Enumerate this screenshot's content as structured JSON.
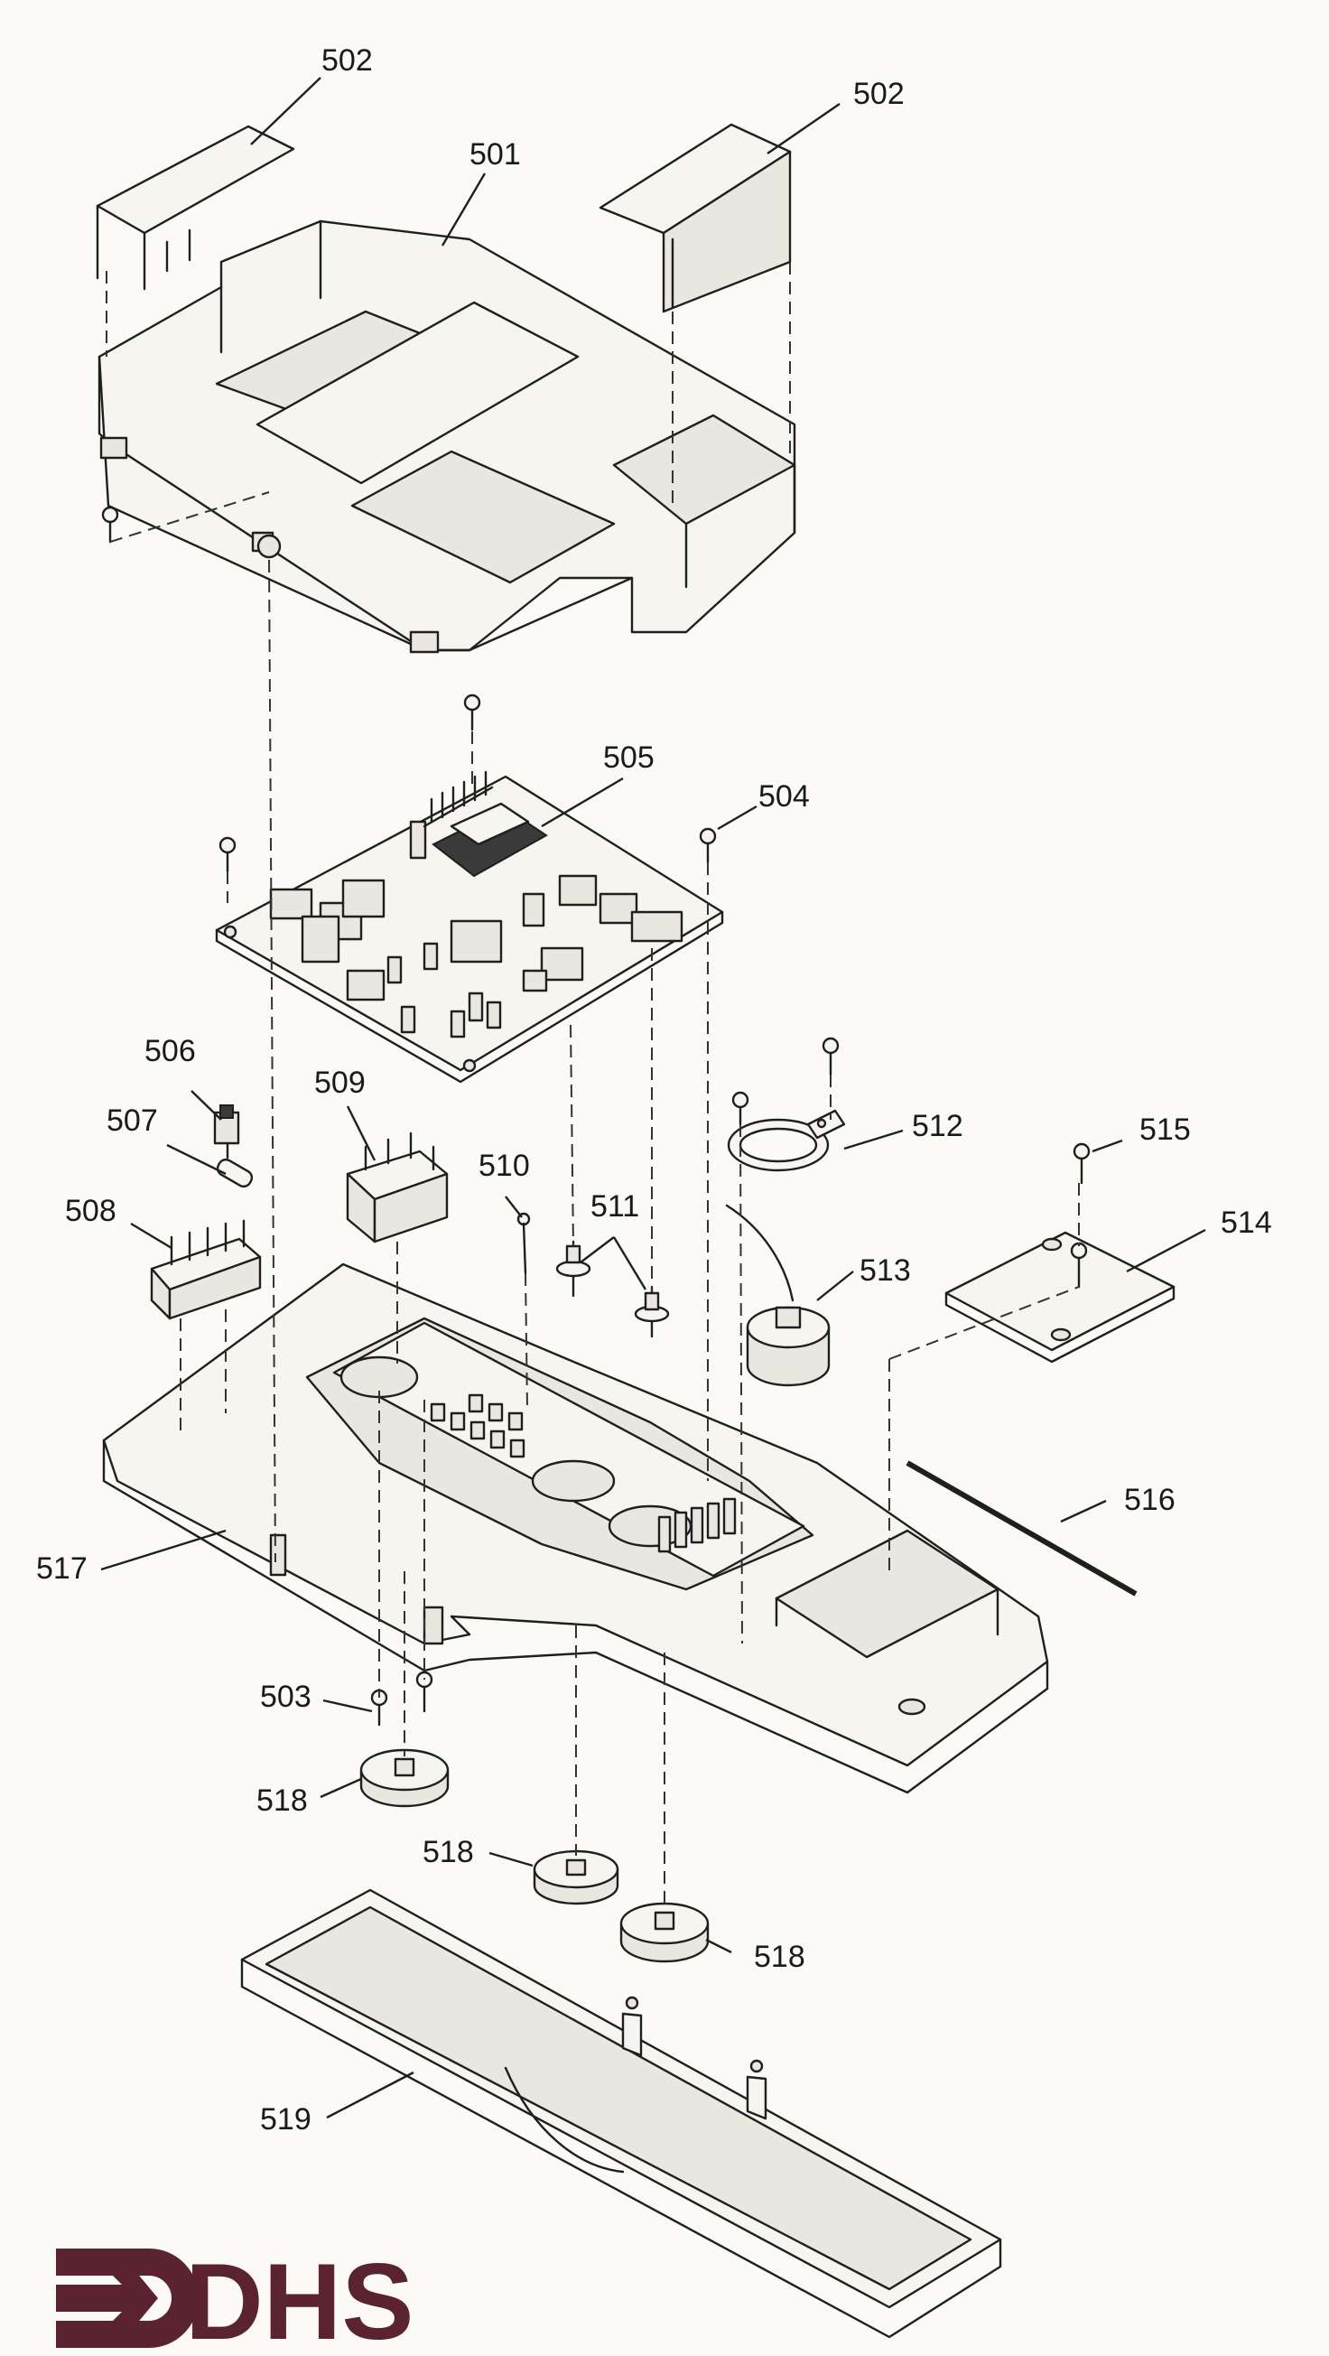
{
  "labels": {
    "p501": "501",
    "p502a": "502",
    "p502b": "502",
    "p503": "503",
    "p504": "504",
    "p505": "505",
    "p506": "506",
    "p507": "507",
    "p508": "508",
    "p509": "509",
    "p510": "510",
    "p511": "511",
    "p512": "512",
    "p513": "513",
    "p514": "514",
    "p515": "515",
    "p516": "516",
    "p517": "517",
    "p518a": "518",
    "p518b": "518",
    "p518c": "518",
    "p519": "519"
  },
  "logo": {
    "text": "DHS",
    "color": "#5b2230",
    "icon": "arrow-into-bracket-icon"
  }
}
